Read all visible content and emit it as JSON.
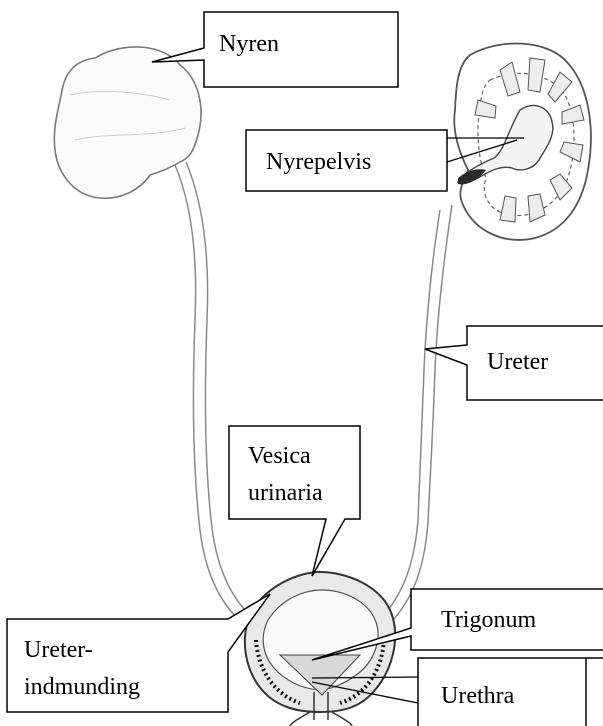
{
  "labels": {
    "nyren": "Nyren",
    "nyrepelvis": "Nyrepelvis",
    "ureter": "Ureter",
    "vesica_line1": "Vesica",
    "vesica_line2": "urinaria",
    "trigonum": "Trigonum",
    "ureter_indmunding_line1": "Ureter-",
    "ureter_indmunding_line2": "indmunding",
    "urethra": "Urethra"
  },
  "colors": {
    "outline": "#000000",
    "anatomy_stroke": "#8a8a8a",
    "anatomy_dark": "#333333",
    "callout_fill": "#ffffff"
  }
}
